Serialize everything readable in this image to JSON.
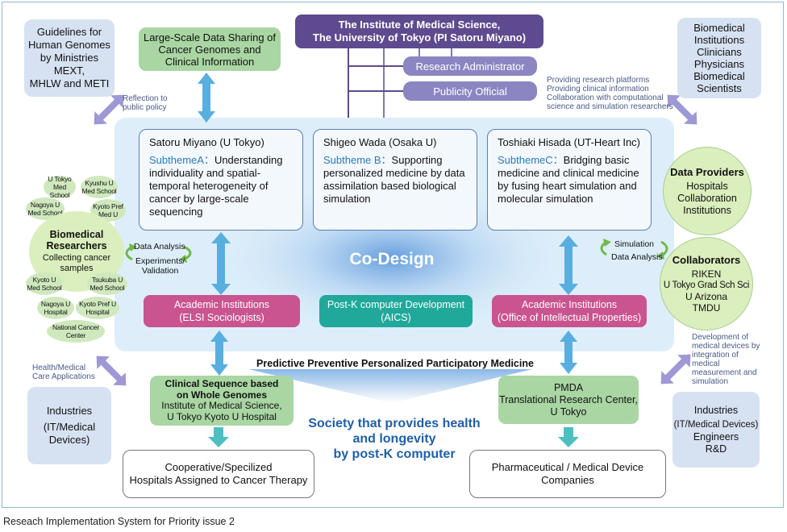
{
  "header": {
    "institute_line1": "The Institute of Medical Science,",
    "institute_line2": "The University of Tokyo (PI Satoru Miyano)",
    "research_admin": "Research Administrator",
    "publicity": "Publicity Official"
  },
  "guidelines": [
    "Guidelines for",
    "Human Genomes",
    "by Ministries MEXT,",
    "MHLW and METI"
  ],
  "data_sharing": [
    "Large-Scale Data Sharing of",
    "Cancer Genomes and",
    "Clinical Information"
  ],
  "bio_institutions": [
    "Biomedical",
    "Institutions",
    "Clinicians",
    "Physicians",
    "Biomedical",
    "Scientists"
  ],
  "notes": {
    "reflection": [
      "Reflection to",
      "public policy"
    ],
    "platforms": [
      "Providing research platforms",
      "Providing clinical information",
      "Collaboration with computational",
      "science and simulation researchers"
    ],
    "health_apps": [
      "Health/Medical",
      "Care Applications"
    ],
    "dev_devices": [
      "Development of",
      "medical devices by",
      "integration of",
      "medical",
      "measurement and",
      "simulation"
    ]
  },
  "themes": [
    {
      "name": "Satoru Miyano (U Tokyo)",
      "sub": "SubthemeA：",
      "text": "Understanding individuality and spatial-temporal heterogeneity of cancer by large-scale sequencing"
    },
    {
      "name": "Shigeo Wada (Osaka U)",
      "sub": "Subtheme B：",
      "text": "Supporting personalized medicine by data assimilation based biological simulation"
    },
    {
      "name": "Toshiaki Hisada (UT-Heart Inc)",
      "sub": "SubthemeC：",
      "text": "Bridging basic medicine and clinical medicine by fusing heart simulation and molecular simulation"
    }
  ],
  "codesign": "Co-Design",
  "researchers": {
    "title": [
      "Biomedical",
      "Researchers"
    ],
    "subtitle": [
      "Collecting cancer",
      "samples"
    ],
    "ovals": [
      [
        "U Tokyo",
        "Med School"
      ],
      [
        "Kyushu U",
        "Med School"
      ],
      [
        "Nagoya U",
        "Med School"
      ],
      [
        "Kyoto Pref",
        "Med U"
      ],
      [
        "Kyoto U",
        "Med School"
      ],
      [
        "Tsukuba U",
        "Med School"
      ],
      [
        "Nagoya U",
        "Hospital"
      ],
      [
        "Kyoto Pref U",
        "Hospital"
      ],
      [
        "National Cancer",
        "Center"
      ]
    ]
  },
  "left_loop": {
    "top": "Data Analysis",
    "bottom": [
      "Experiments/",
      "Validation"
    ]
  },
  "right_loop": {
    "top": "Simulation",
    "bottom": "Data Analysis"
  },
  "data_providers": [
    "Data Providers",
    "Hospitals",
    "Collaboration",
    "Institutions"
  ],
  "collaborators": [
    "Collaborators",
    "RIKEN",
    "U Tokyo Grad Sch Sci",
    "U Arizona",
    "TMDU"
  ],
  "academic_left": [
    "Academic Institutions",
    "(ELSI Sociologists)"
  ],
  "postk": [
    "Post-K computer Development",
    "(AICS)"
  ],
  "academic_right": [
    "Academic Institutions",
    "(Office of  Intellectual Properties)"
  ],
  "p4_medicine": "Predictive Preventive Personalized Participatory Medicine",
  "society": [
    "Society that provides health",
    "and longevity",
    "by post-K computer"
  ],
  "clinical_seq": {
    "title": [
      "Clinical Sequence based",
      "on Whole Genomes"
    ],
    "text": [
      "Institute of Medical Science,",
      "U Tokyo Kyoto U Hospital"
    ]
  },
  "pmda": [
    "PMDA",
    "Translational Research Center,",
    "U Tokyo"
  ],
  "industries_left": [
    "Industries",
    "(IT/Medical",
    "Devices)"
  ],
  "industries_right": [
    "Industries",
    "(IT/Medical Devices)",
    "Engineers",
    "R&D"
  ],
  "coop_hospitals": [
    "Cooperative/Specilized",
    "Hospitals Assigned to Cancer Therapy"
  ],
  "pharma": [
    "Pharmaceutical / Medical Device",
    "Companies"
  ],
  "caption": "Reseach Implementation System for Priority issue 2",
  "colors": {
    "purple": "#5e4a8e",
    "pink": "#c9548f",
    "teal": "#20a89a",
    "green": "#a9d6a3",
    "blue_text": "#1f5fa8"
  }
}
